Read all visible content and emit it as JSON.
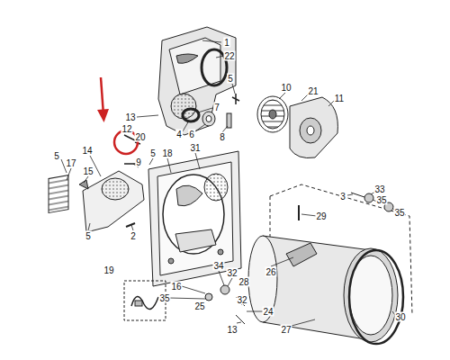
{
  "diagram": {
    "labels": [
      "1",
      "22",
      "5",
      "10",
      "21",
      "11",
      "7",
      "13",
      "8",
      "4",
      "6",
      "12",
      "20",
      "31",
      "5",
      "5",
      "17",
      "14",
      "9",
      "18",
      "15",
      "3",
      "33",
      "35",
      "35",
      "29",
      "5",
      "2",
      "19",
      "34",
      "16",
      "32",
      "26",
      "28",
      "35",
      "32",
      "25",
      "24",
      "13",
      "30",
      "27"
    ]
  }
}
